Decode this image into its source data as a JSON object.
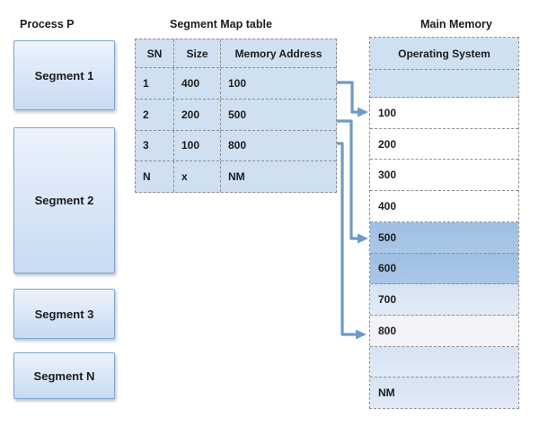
{
  "titles": {
    "process": "Process P",
    "segment_table": "Segment Map table",
    "main_memory": "Main Memory"
  },
  "process": {
    "segments": [
      {
        "label": "Segment 1"
      },
      {
        "label": "Segment 2"
      },
      {
        "label": "Segment 3"
      },
      {
        "label": "Segment N"
      }
    ]
  },
  "segment_table": {
    "headers": [
      "SN",
      "Size",
      "Memory Address"
    ],
    "rows": [
      [
        "1",
        "400",
        "100"
      ],
      [
        "2",
        "200",
        "500"
      ],
      [
        "3",
        "100",
        "800"
      ],
      [
        "N",
        "x",
        "NM"
      ]
    ]
  },
  "main_memory": {
    "rows": [
      {
        "label": "Operating System",
        "variant": "light-blue-header"
      },
      {
        "label": "",
        "variant": "light-blue"
      },
      {
        "label": "100",
        "variant": "white"
      },
      {
        "label": "200",
        "variant": "white"
      },
      {
        "label": "300",
        "variant": "white"
      },
      {
        "label": "400",
        "variant": "white"
      },
      {
        "label": "500",
        "variant": "medium-blue"
      },
      {
        "label": "600",
        "variant": "medium-blue"
      },
      {
        "label": "700",
        "variant": "pale-blue"
      },
      {
        "label": "800",
        "variant": "faint-gray"
      },
      {
        "label": "",
        "variant": "pale-blue"
      },
      {
        "label": "NM",
        "variant": "pale-blue"
      }
    ]
  },
  "arrows": [
    {
      "from": "map table row 1, address 100",
      "to": "main memory row 100"
    },
    {
      "from": "map table row 2, address 500",
      "to": "main memory row 500"
    },
    {
      "from": "map table row 3, address 800",
      "to": "main memory row 800"
    }
  ],
  "colors": {
    "light_blue": "#cfe0f1",
    "medium_blue": "#a4c3e5",
    "pale_blue": "#d9e5f4",
    "faint_gray": "#f1f3f6",
    "box_border_blue": "#7da4d3",
    "arrow_blue": "#6f9ac8",
    "dash_gray": "#8e8e8e",
    "text": "#1c1c1c"
  }
}
